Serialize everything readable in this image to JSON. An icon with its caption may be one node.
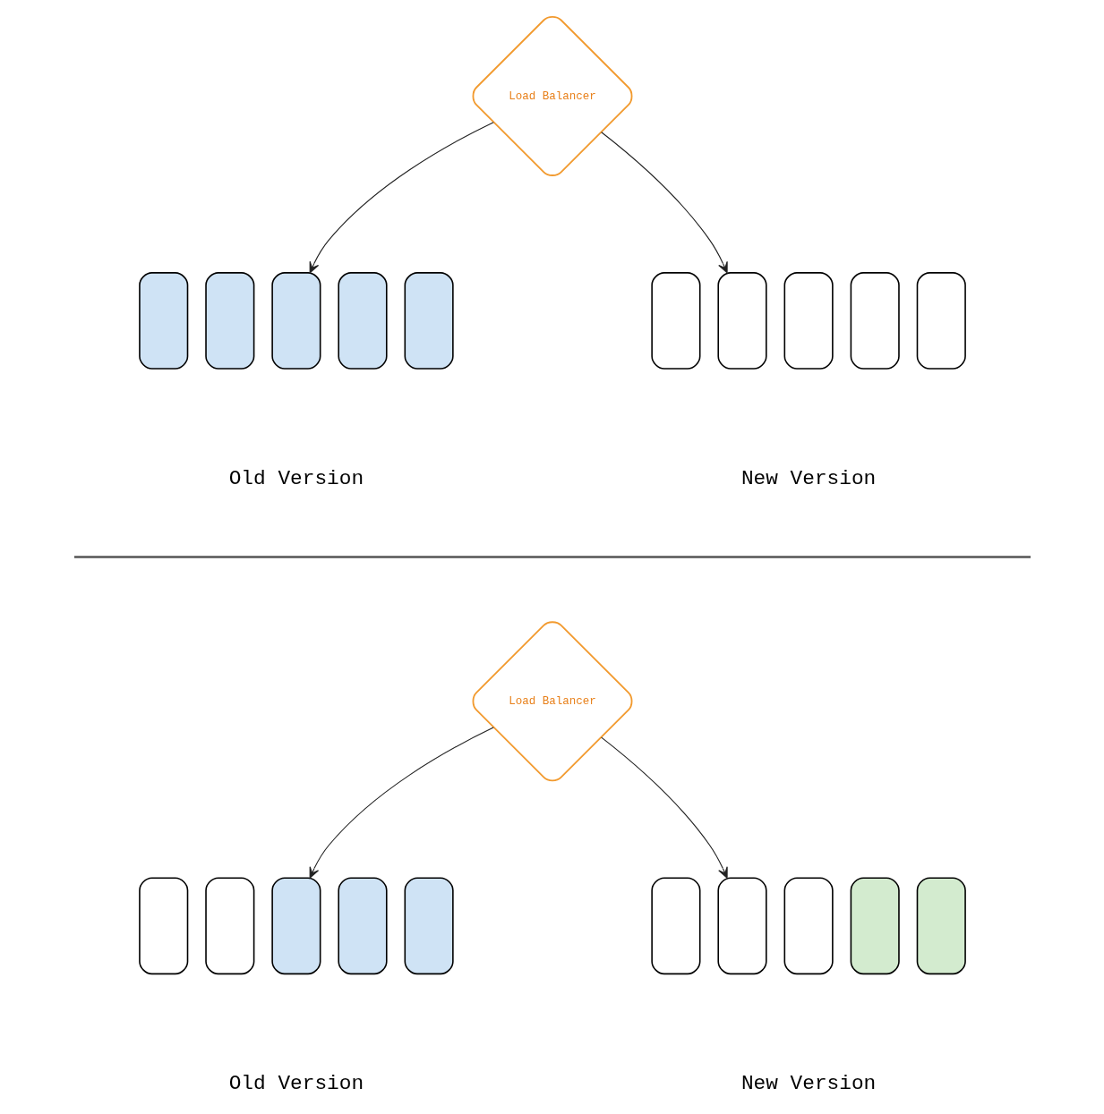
{
  "diagram": {
    "nodes": [
      {
        "text": [
          "Load Balancer"
        ]
      },
      {
        "text": [],
        "shape": "box"
      },
      {
        "text": [],
        "shape": "box"
      },
      {
        "text": [],
        "shape": "box"
      },
      {
        "text": [],
        "shape": "box"
      },
      {
        "text": [],
        "shape": "box"
      },
      {
        "text": [],
        "shape": "box"
      },
      {
        "text": [],
        "shape": "box"
      },
      {
        "text": [],
        "shape": "box"
      },
      {
        "text": [],
        "shape": "box"
      },
      {
        "text": [],
        "shape": "box"
      },
      {
        "text": [
          "Load Balancer"
        ]
      },
      {
        "text": [],
        "shape": "box"
      },
      {
        "text": [],
        "shape": "box"
      },
      {
        "text": [],
        "shape": "box"
      },
      {
        "text": [],
        "shape": "box"
      },
      {
        "text": [],
        "shape": "box"
      },
      {
        "text": [],
        "shape": "box"
      },
      {
        "text": [],
        "shape": "box"
      },
      {
        "text": [],
        "shape": "box"
      },
      {
        "text": [],
        "shape": "box"
      },
      {
        "text": [],
        "shape": "box"
      }
    ],
    "edges": [
      {
        "from": 0,
        "to": 3,
        "arrow": "to"
      },
      {
        "from": 0,
        "to": 7,
        "arrow": "to"
      },
      {
        "from": 11,
        "to": 14,
        "arrow": "to"
      },
      {
        "from": 11,
        "to": 18,
        "arrow": "to"
      }
    ],
    "labels": [
      "Old Version",
      "New Version",
      "Old Version",
      "New Version"
    ]
  }
}
